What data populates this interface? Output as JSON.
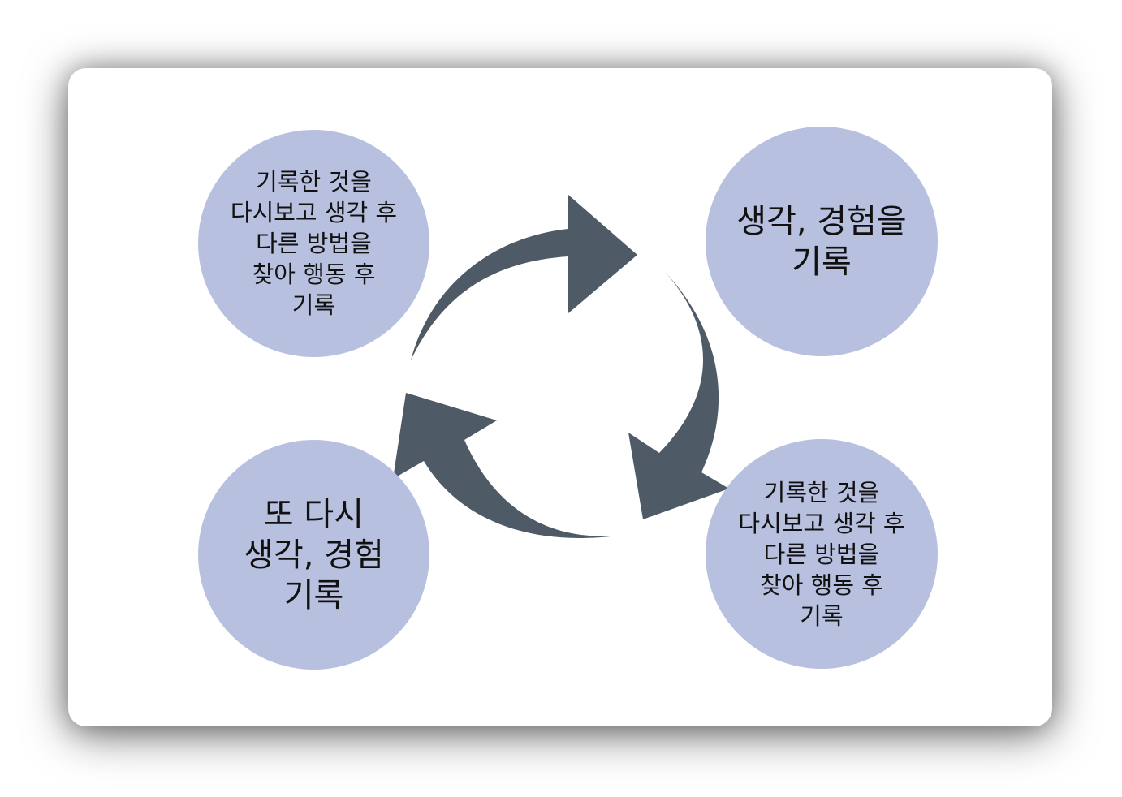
{
  "colors": {
    "circle_fill": "#b8c0e0",
    "arrow_fill": "#4e5b66",
    "card_background": "#ffffff",
    "text": "#111111"
  },
  "nodes": {
    "top_left": "기록한 것을\n다시보고 생각 후\n다른 방법을\n찾아 행동 후\n기록",
    "top_right": "생각, 경험을\n기록",
    "bottom_right": "기록한 것을\n다시보고 생각 후\n다른 방법을\n찾아 행동 후\n기록",
    "bottom_left": "또 다시\n생각, 경험\n기록"
  },
  "arrows": [
    {
      "from": "top_left",
      "to": "top_right"
    },
    {
      "from": "top_right",
      "to": "bottom_right"
    },
    {
      "from": "bottom_right",
      "to": "bottom_left"
    }
  ]
}
